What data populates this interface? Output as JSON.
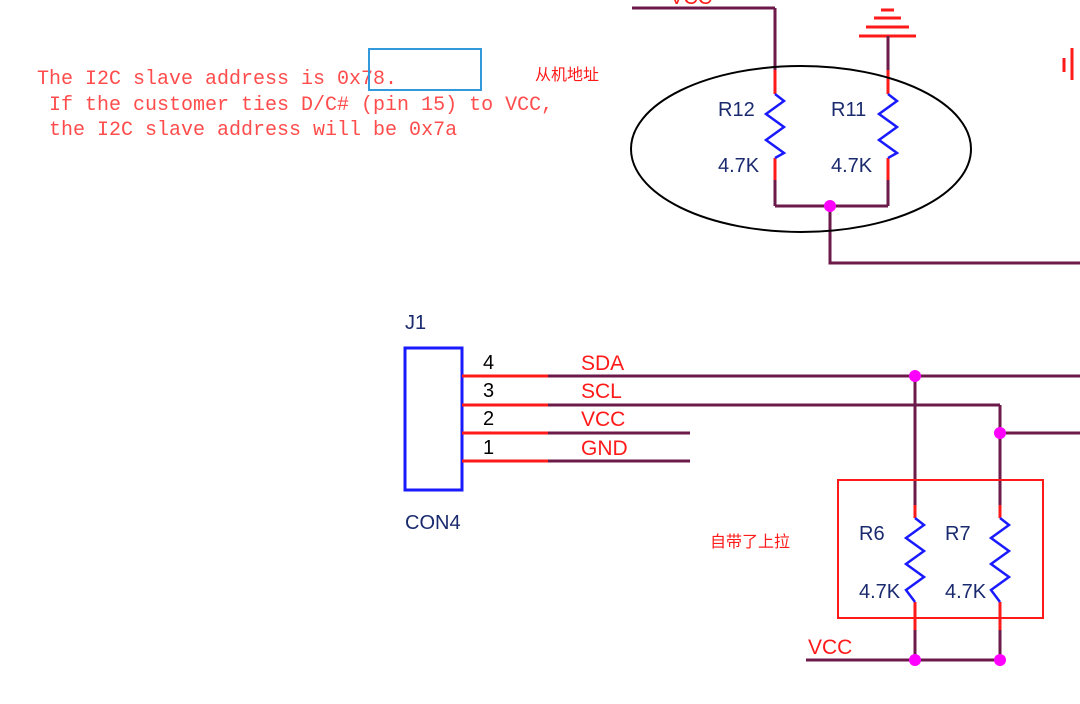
{
  "annotation": {
    "line1": "The I2C slave address is 0x78.",
    "line2": " If the customer ties D/C# (pin 15) to VCC,",
    "line3": " the I2C slave address will be 0x7a",
    "chinese_label": "从机地址",
    "color": "#ff4c4c"
  },
  "top_network": {
    "vcc_label": "VCC",
    "resistors": [
      {
        "ref": "R12",
        "value": "4.7K"
      },
      {
        "ref": "R11",
        "value": "4.7K"
      }
    ]
  },
  "connector": {
    "ref": "J1",
    "part": "CON4",
    "pins": [
      {
        "number": "4",
        "net": "SDA"
      },
      {
        "number": "3",
        "net": "SCL"
      },
      {
        "number": "2",
        "net": "VCC"
      },
      {
        "number": "1",
        "net": "GND"
      }
    ]
  },
  "pullup_box": {
    "note": "自带了上拉",
    "resistors": [
      {
        "ref": "R6",
        "value": "4.7K"
      },
      {
        "ref": "R7",
        "value": "4.7K"
      }
    ],
    "vcc_label": "VCC"
  },
  "colors": {
    "wire": "#6b1a4a",
    "pin": "#ff0000",
    "component": "#1a1aff",
    "junction": "#ff00ff",
    "text_blue": "#1a2a6e",
    "net_red": "#ff1a1a",
    "highlight": "#3399dd"
  }
}
